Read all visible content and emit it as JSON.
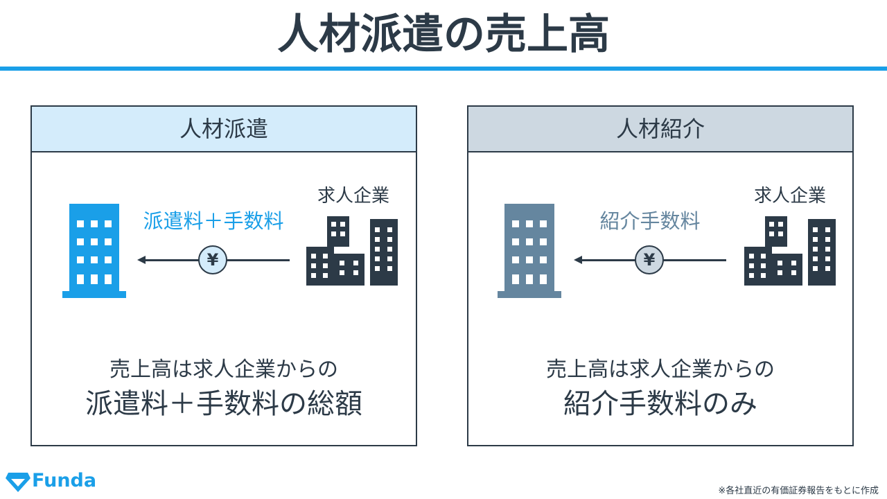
{
  "title": "人材派遣の売上高",
  "colors": {
    "accent": "#1a9fe8",
    "dark": "#2c3a47",
    "slate": "#65869f"
  },
  "left_panel": {
    "header": "人材派遣",
    "client_label": "求人企業",
    "fee_label": "派遣料＋手数料",
    "coin": "¥",
    "description_line1": "売上高は求人企業からの",
    "description_line2": "派遣料＋手数料の総額"
  },
  "right_panel": {
    "header": "人材紹介",
    "client_label": "求人企業",
    "fee_label": "紹介手数料",
    "coin": "¥",
    "description_line1": "売上高は求人企業からの",
    "description_line2": "紹介手数料のみ"
  },
  "logo": {
    "text": "Funda",
    "icon": "diamond-logo-icon"
  },
  "footnote": "※各社直近の有価証券報告をもとに作成"
}
